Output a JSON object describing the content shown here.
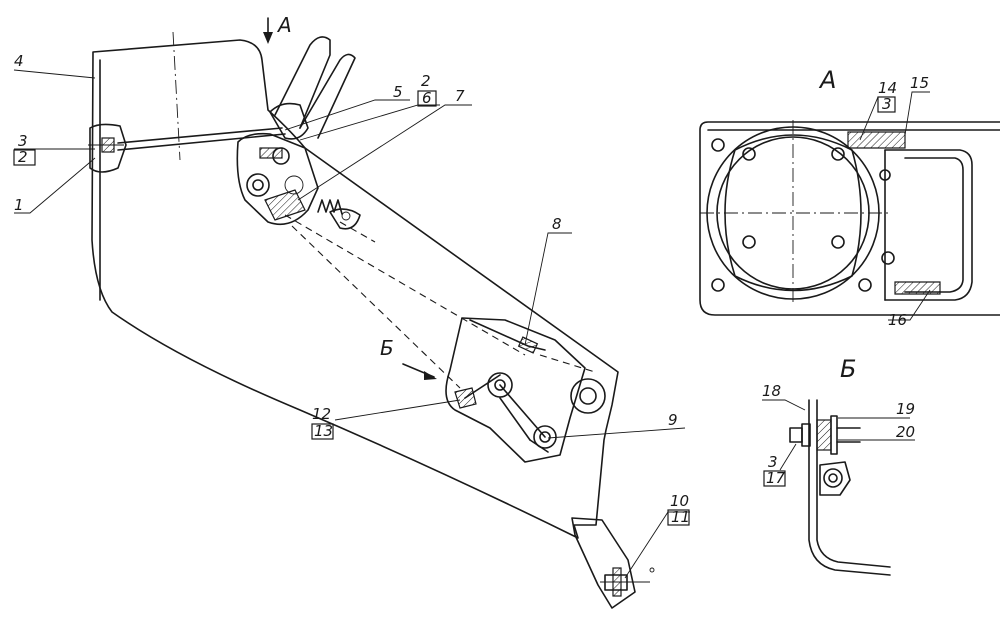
{
  "main_view": {
    "callouts": {
      "c1": "1",
      "c2a": "2",
      "c3a": "3",
      "c4": "4",
      "c5": "5",
      "c2b": "2",
      "c6": "6",
      "c7": "7",
      "c8": "8",
      "c9": "9",
      "c10": "10",
      "c11": "11",
      "c12": "12",
      "c13": "13"
    },
    "view_arrow_a": "А",
    "view_arrow_b": "Б"
  },
  "view_a": {
    "title": "А",
    "callouts": {
      "c14": "14",
      "c3": "3",
      "c15": "15",
      "c16": "16"
    }
  },
  "view_b": {
    "title": "Б",
    "callouts": {
      "c18": "18",
      "c19": "19",
      "c20": "20",
      "c3": "3",
      "c17": "17"
    }
  }
}
